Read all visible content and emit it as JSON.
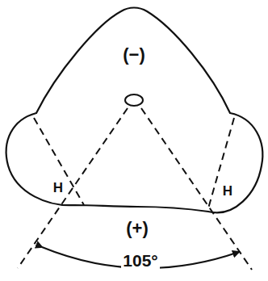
{
  "diagram": {
    "labels": [
      "(−)",
      "H",
      "H",
      "(+)",
      "105°"
    ]
  }
}
